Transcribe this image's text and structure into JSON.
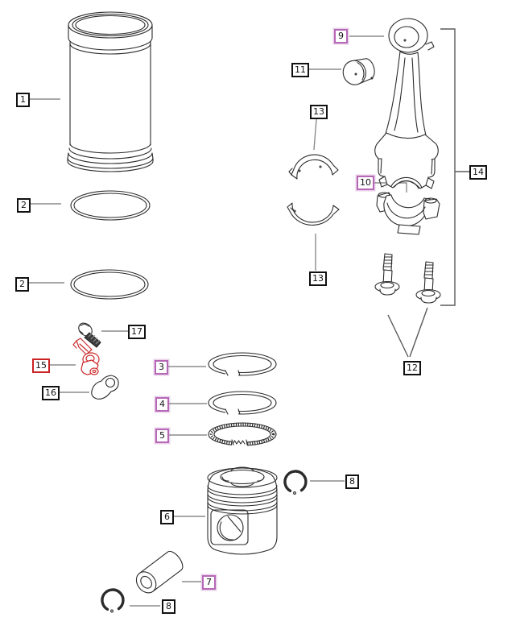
{
  "figure": {
    "type": "exploded-parts-diagram",
    "subject": "Engine cylinder liner, piston and connecting rod parts",
    "background": "#ffffff"
  },
  "colors": {
    "callout_default_border": "#111111",
    "callout_highlight_border": "#b668b6",
    "callout_alert_border": "#cc2222",
    "part_line": "#2b2b2b",
    "leader_line": "#8c8c8c",
    "highlight_part": "#cc2b2b"
  },
  "callouts": [
    {
      "text": "1",
      "variant": "default",
      "part": "cylinder-liner"
    },
    {
      "text": "2",
      "variant": "default",
      "part": "o-ring-upper"
    },
    {
      "text": "2",
      "variant": "default",
      "part": "o-ring-lower"
    },
    {
      "text": "9",
      "variant": "highlight",
      "part": "connecting-rod"
    },
    {
      "text": "11",
      "variant": "default",
      "part": "small-end-bushing"
    },
    {
      "text": "13",
      "variant": "default",
      "part": "bearing-shell-upper"
    },
    {
      "text": "13",
      "variant": "default",
      "part": "bearing-shell-lower"
    },
    {
      "text": "10",
      "variant": "highlight",
      "part": "bearing-cap-shell"
    },
    {
      "text": "14",
      "variant": "default",
      "part": "connecting-rod-assembly"
    },
    {
      "text": "12",
      "variant": "default",
      "part": "connecting-rod-bolts"
    },
    {
      "text": "17",
      "variant": "default",
      "part": "nozzle-bolt"
    },
    {
      "text": "15",
      "variant": "alert",
      "part": "oil-spray-nozzle"
    },
    {
      "text": "16",
      "variant": "default",
      "part": "nozzle-gasket"
    },
    {
      "text": "3",
      "variant": "highlight",
      "part": "compression-ring-top"
    },
    {
      "text": "4",
      "variant": "highlight",
      "part": "compression-ring-second"
    },
    {
      "text": "5",
      "variant": "highlight",
      "part": "oil-control-ring"
    },
    {
      "text": "6",
      "variant": "default",
      "part": "piston"
    },
    {
      "text": "8",
      "variant": "default",
      "part": "circlip-upper"
    },
    {
      "text": "7",
      "variant": "highlight",
      "part": "piston-pin"
    },
    {
      "text": "8",
      "variant": "default",
      "part": "circlip-lower"
    }
  ]
}
